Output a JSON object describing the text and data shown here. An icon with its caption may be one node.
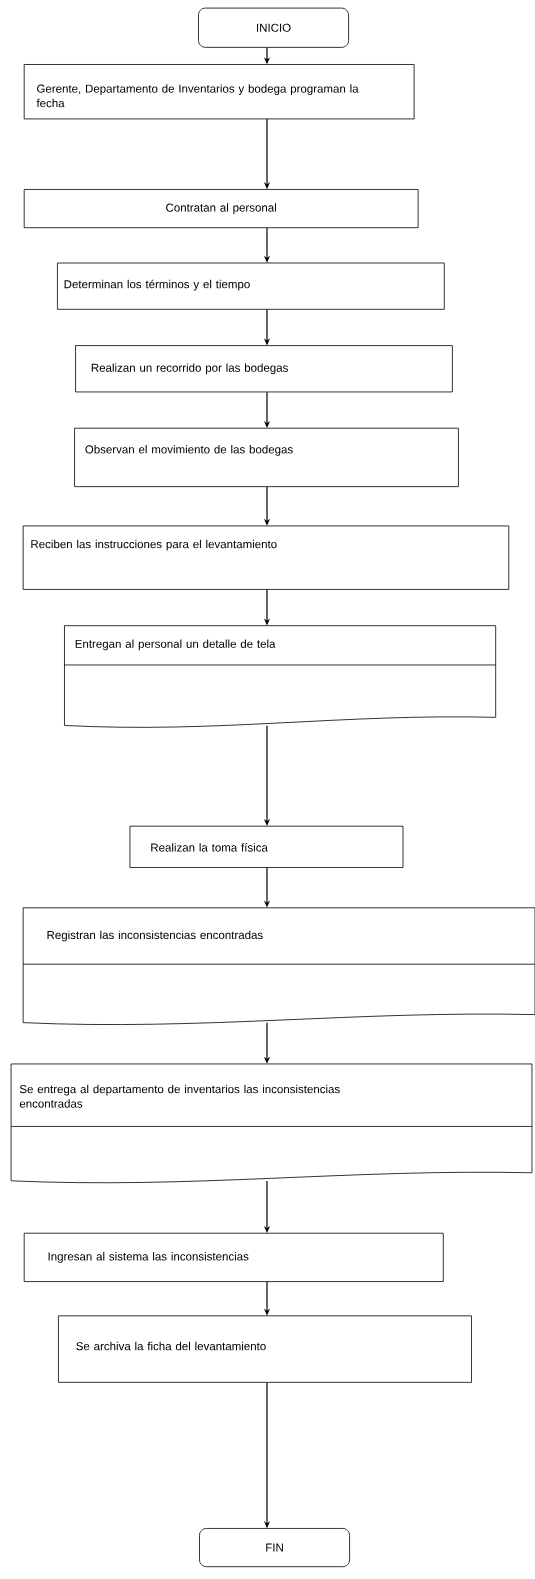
{
  "diagram": {
    "nodes": [
      {
        "text": [
          "INICIO"
        ]
      },
      {
        "text": [
          "Gerente, Departamento de Inventarios y bodega programan la fecha"
        ]
      },
      {
        "text": [
          "Contratan al personal"
        ]
      },
      {
        "text": [
          "Determinan los términos y el tiempo"
        ]
      },
      {
        "text": [
          "Realizan un recorrido por las bodegas"
        ]
      },
      {
        "text": [
          "Observan el movimiento de las bodegas"
        ]
      },
      {
        "text": [
          "Reciben las instrucciones para el levantamiento"
        ]
      },
      {
        "text": [
          "Entregan al personal un detalle de tela"
        ]
      },
      {
        "text": [
          "Realizan la toma física"
        ]
      },
      {
        "text": [
          "Registran las inconsistencias encontradas"
        ]
      },
      {
        "text": [
          "Se entrega al departamento de inventarios las inconsistencias encontradas"
        ]
      },
      {
        "text": [
          "Ingresan al sistema las inconsistencias"
        ]
      },
      {
        "text": [
          "Se archiva la ficha del levantamiento"
        ]
      },
      {
        "text": [
          "FIN"
        ]
      }
    ],
    "edges": [
      {
        "from": 0,
        "to": 1,
        "arrow": "to"
      },
      {
        "from": 1,
        "to": 2,
        "arrow": "to"
      },
      {
        "from": 2,
        "to": 3,
        "arrow": "to"
      },
      {
        "from": 3,
        "to": 4,
        "arrow": "to"
      },
      {
        "from": 4,
        "to": 5,
        "arrow": "to"
      },
      {
        "from": 5,
        "to": 6,
        "arrow": "to"
      },
      {
        "from": 6,
        "to": 7,
        "arrow": "to"
      },
      {
        "from": 7,
        "to": 8,
        "arrow": "to"
      },
      {
        "from": 8,
        "to": 9,
        "arrow": "to"
      },
      {
        "from": 9,
        "to": 10,
        "arrow": "to"
      },
      {
        "from": 10,
        "to": 11,
        "arrow": "to"
      },
      {
        "from": 11,
        "to": 12,
        "arrow": "to"
      },
      {
        "from": 12,
        "to": 13,
        "arrow": "to"
      }
    ]
  }
}
